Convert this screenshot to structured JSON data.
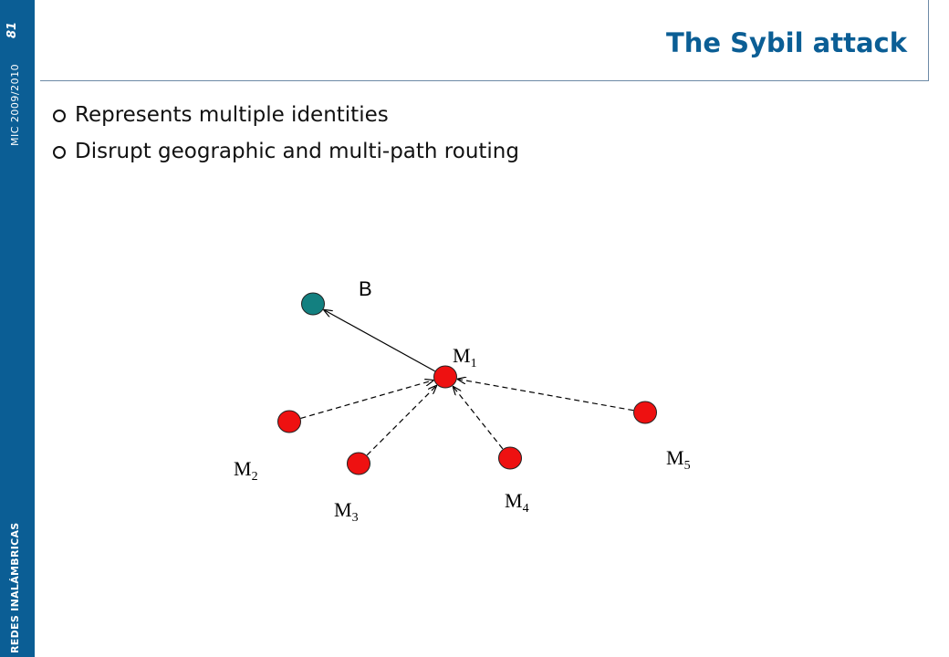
{
  "slide": {
    "title": "The Sybil attack",
    "page_number": "81",
    "course": "MIC 2009/2010",
    "organization": "REDES INALÁMBRICAS",
    "bullets": [
      "Represents multiple identities",
      "Disrupt geographic and multi-path routing"
    ]
  },
  "diagram": {
    "colors": {
      "malicious": "#ee1111",
      "benign": "#138080",
      "line": "#000000"
    },
    "nodes": [
      {
        "id": "B",
        "label": "B",
        "sub": ""
      },
      {
        "id": "M1",
        "label": "M",
        "sub": "1"
      },
      {
        "id": "M2",
        "label": "M",
        "sub": "2"
      },
      {
        "id": "M3",
        "label": "M",
        "sub": "3"
      },
      {
        "id": "M4",
        "label": "M",
        "sub": "4"
      },
      {
        "id": "M5",
        "label": "M",
        "sub": "5"
      }
    ],
    "edges": [
      {
        "from": "M1",
        "to": "B",
        "style": "solid"
      },
      {
        "from": "M2",
        "to": "M1",
        "style": "dashed"
      },
      {
        "from": "M3",
        "to": "M1",
        "style": "dashed"
      },
      {
        "from": "M4",
        "to": "M1",
        "style": "dashed"
      },
      {
        "from": "M5",
        "to": "M1",
        "style": "dashed"
      }
    ]
  }
}
